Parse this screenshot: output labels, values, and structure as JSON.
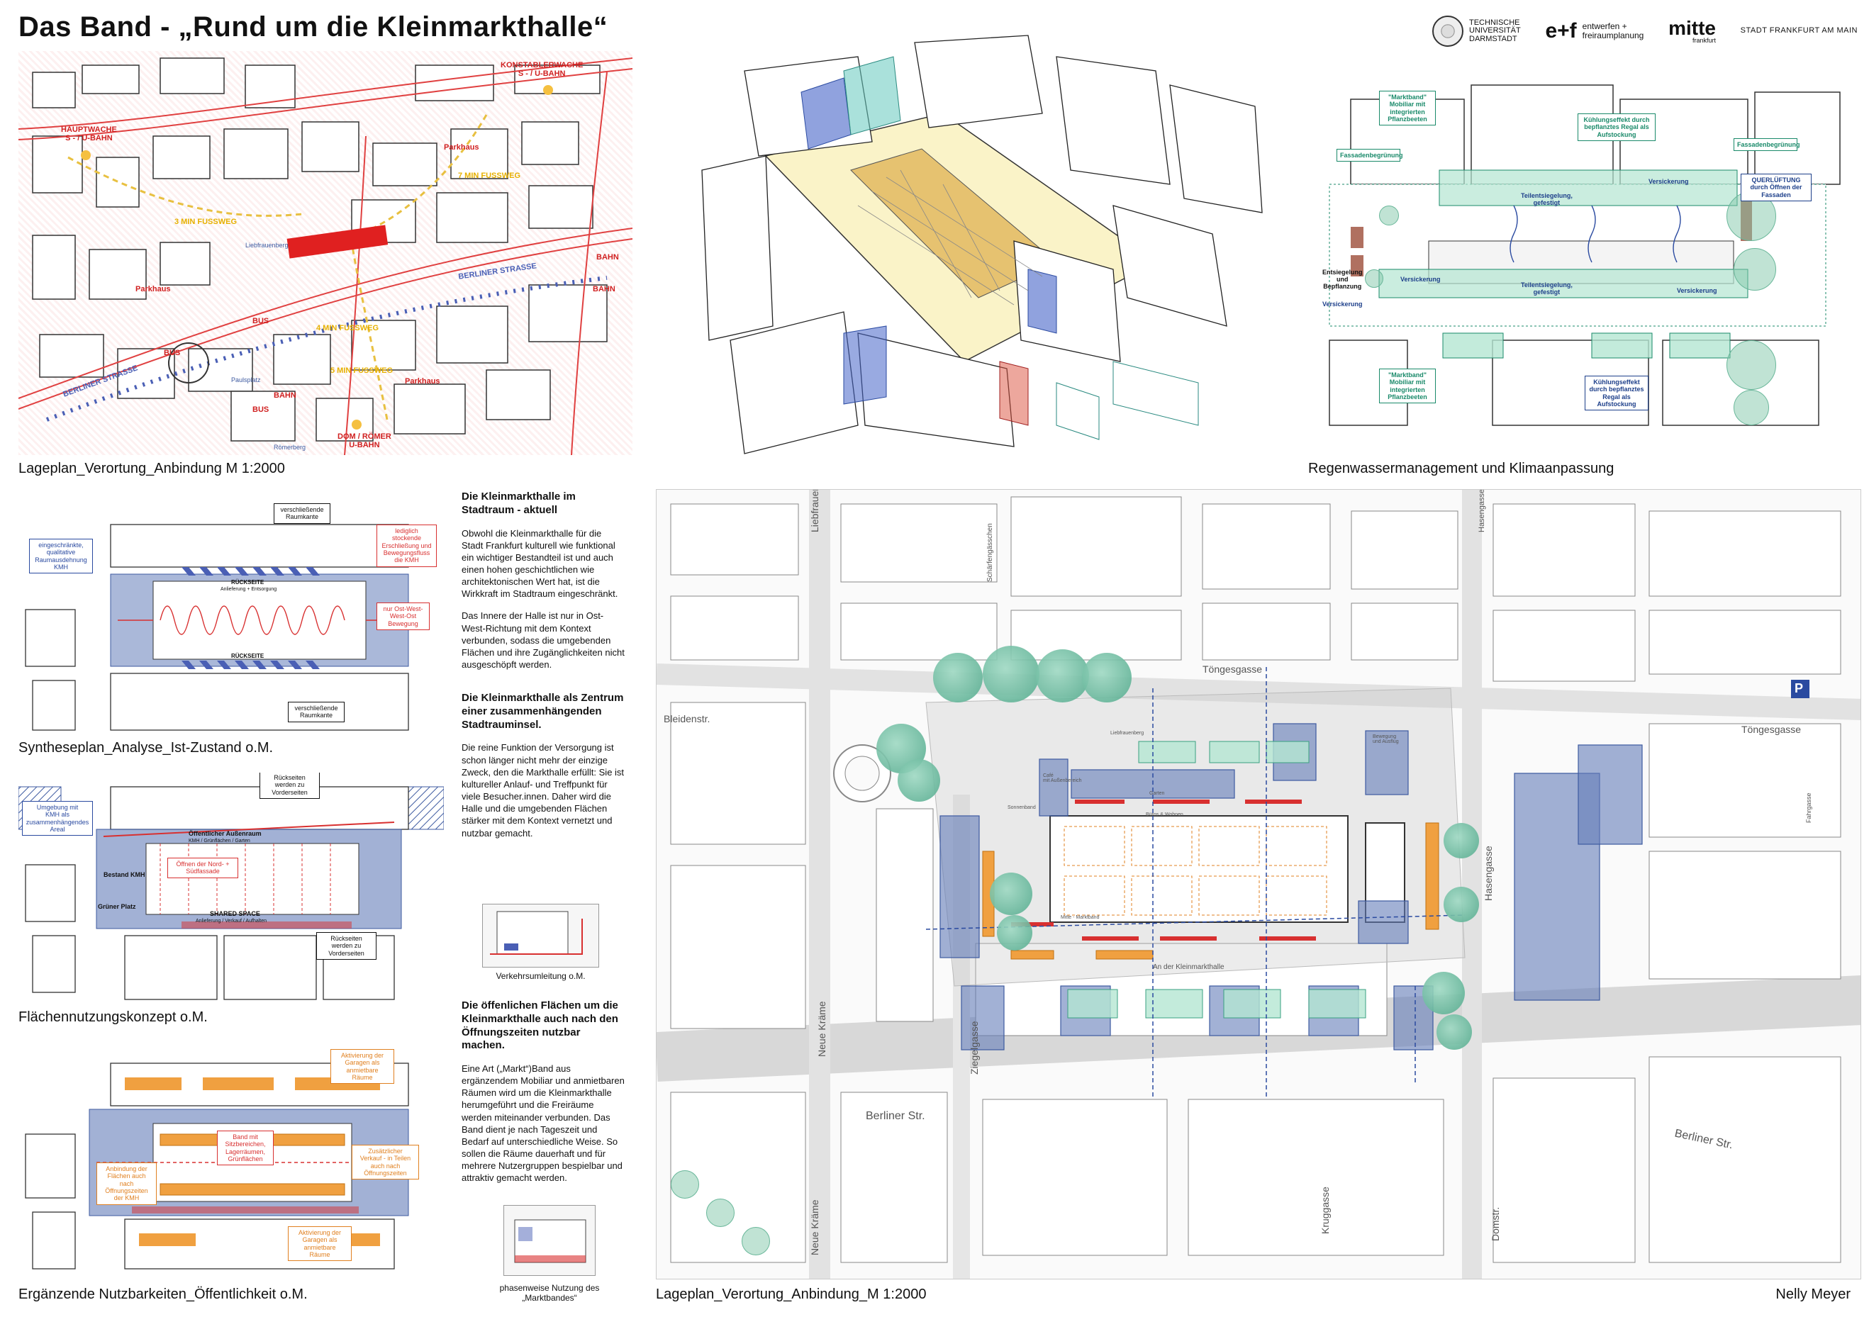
{
  "title": "Das Band - „Rund um die Kleinmarkthalle“",
  "logos": {
    "tu_line1": "TECHNISCHE",
    "tu_line2": "UNIVERSITÄT",
    "tu_line3": "DARMSTADT",
    "ef_mark": "e+f",
    "ef_line1": "entwerfen +",
    "ef_line2": "freiraumplanung",
    "mitte_mark": "mitte",
    "mitte_sub": "frankfurt",
    "stadt": "STADT FRANKFURT AM MAIN"
  },
  "captions": {
    "lageplan_top": "Lageplan_Verortung_Anbindung  M 1:2000",
    "regenwasser": "Regenwassermanagement und Klimaanpassung",
    "synthese": "Syntheseplan_Analyse_Ist-Zustand  o.M.",
    "flaechen": "Flächennutzungskonzept  o.M.",
    "ergaenzende": "Ergänzende Nutzbarkeiten_Öffentlichkeit  o.M.",
    "lageplan_main": "Lageplan_Verortung_Anbindung_M 1:2000",
    "author": "Nelly Meyer"
  },
  "top_map_labels": {
    "hauptwache": "HAUPTWACHE\nS - / U-BAHN",
    "konstablerwache": "KONSTABLERWACHE\nS - / U-BAHN",
    "dom": "DOM / RÖMER\nU-BAHN",
    "parkhaus1": "Parkhaus",
    "parkhaus2": "Parkhaus",
    "parkhaus3": "Parkhaus",
    "fuss7": "7 MIN FUSSWEG",
    "fuss3": "3 MIN FUSSWEG",
    "fuss4": "4 MIN FUSSWEG",
    "fuss5": "5 MIN FUSSWEG",
    "berliner1": "BERLINER STRASSE",
    "berliner2": "BERLINER STRASSE",
    "bus1": "BUS",
    "bus2": "BUS",
    "bus3": "BUS",
    "bahn1": "BAHN",
    "bahn2": "BAHN",
    "bahn3": "BAHN",
    "liebfrauen": "Liebfrauenberg",
    "paulsplatz": "Paulsplatz",
    "roemerberg": "Römerberg"
  },
  "regen_labels": {
    "marktband_top": "\"Marktband\"\nMobiliar mit\nintegrierten\nPflanzbeeten",
    "kuehl_top": "Kühlungseffekt durch\nbepflanztes Regal als\nAufstockung",
    "fassade_left": "Fassadenbegrünung",
    "fassade_right": "Fassadenbegrünung",
    "teilent1": "Teilentsiegelung,\ngefestigt",
    "versick1": "Versickerung",
    "querlueftung": "QUERLÜFTUNG\ndurch Öffnen der\nFassaden",
    "entsiegelung": "Entsiegelung\nund\nBepflanzung",
    "versick2": "Versickerung",
    "versick3": "Versickerung",
    "teilent2": "Teilentsiegelung,\ngefestigt",
    "versick4": "Versickerung",
    "marktband_bot": "\"Marktband\"\nMobiliar mit\nintegrierten\nPflanzbeeten",
    "kuehl_bot": "Kühlungseffekt\ndurch bepflanztes\nRegal als\nAufstockung"
  },
  "synthese_labels": {
    "raumkante_top": "verschließende\nRaumkante",
    "eingeschraenkt": "eingeschränkte,\nqualitative\nRaumausdehnung\nKMH",
    "lediglich": "lediglich\nstockende\nErschließung und\nBewegungsfluss\ndie KMH",
    "rueckseite": "RÜCKSEITE",
    "anlieferung": "Anlieferung + Entsorgung",
    "ostwest": "nur Ost-West-\nWest-Ost\nBewegung",
    "rueckseite2": "RÜCKSEITE",
    "raumkante_bot": "verschließende\nRaumkante"
  },
  "flaechen_labels": {
    "umgebung": "Umgebung mit\nKMH als\nzusammenhängendes\nAreal",
    "rueckseiten_top": "Rückseiten\nwerden zu\nVorderseiten",
    "oeffentlich": "Öffentlicher Außenraum",
    "oeffentlich_sub": "KMH / Grünflächen / Garten",
    "oeffnen": "Öffnen der Nord- +\nSüdfassade",
    "bestand": "Bestand KMH",
    "gruener": "Grüner Platz",
    "shared": "SHARED SPACE",
    "shared_sub": "Anlieferung / Verkauf / Aufhalten",
    "rueckseiten_bot": "Rückseiten\nwerden zu\nVorderseiten"
  },
  "ergaenz_labels": {
    "aktivierung_top": "Aktivierung der\nGaragen als\nanmietbare\nRäume",
    "band": "Band mit\nSitzbereichen,\nLagerräumen,\nGrünflächen",
    "anbindung": "Anbindung der\nFlächen auch\nnach\nÖffnungszeiten\nder KMH",
    "zusaetzlich": "Zusätzlicher\nVerkauf - in Teilen\nauch nach\nÖffnungszeiten",
    "aktivierung_bot": "Aktivierung der\nGaragen als\nanmietbare\nRäume"
  },
  "text_blocks": {
    "h1": "Die Kleinmarkthalle im Stadtraum - aktuell",
    "p1": "Obwohl die Kleinmarkthalle für die Stadt Frankfurt kulturell wie funktional ein wichtiger Bestandteil ist und auch einen hohen geschichtlichen wie architektonischen Wert hat, ist die Wirkkraft im Stadtraum eingeschränkt.",
    "p2": "Das Innere der Halle ist nur in Ost-West-Richtung mit dem Kontext verbunden, sodass die umgebenden Flächen und ihre Zugänglichkeiten nicht ausgeschöpft werden.",
    "h2": "Die Kleinmarkthalle als Zentrum einer zusammenhängenden Stadtrauminsel.",
    "p3": "Die reine Funktion der Versorgung ist schon länger nicht mehr der einzige Zweck, den die Markthalle erfüllt: Sie ist kultureller Anlauf- und Treffpunkt für viele Besucher.innen. Daher wird die Halle und die umgebenden Flächen stärker mit dem Kontext vernetzt und nutzbar gemacht.",
    "thumb1_cap": "Verkehrsumleitung  o.M.",
    "h3": "Die öffenlichen Flächen um die Kleinmarkthalle auch nach den Öffnungszeiten nutzbar machen.",
    "p4": "Eine Art („Markt“)Band aus ergänzendem Mobiliar und anmietbaren Räumen wird um die Kleinmarkthalle herumgeführt und die Freiräume werden miteinander verbunden. Das Band dient je nach Tageszeit und Bedarf auf unterschiedliche Weise. So sollen die Räume dauerhaft und für mehrere Nutzergruppen bespielbar und attraktiv gemacht werden.",
    "thumb2_cap": "phasenweise Nutzung des\n„Marktbandes“"
  },
  "main_plan_streets": {
    "liebfrauenberg": "Liebfrauenberg",
    "schaerfengaesschen": "Schärfengässchen",
    "toengesgasse1": "Töngesgasse",
    "toengesgasse2": "Töngesgasse",
    "hasengasse_top": "Hasengasse",
    "bleidenstr": "Bleidenstr.",
    "hasengasse": "Hasengasse",
    "neue_kraeme1": "Neue Kräme",
    "ziegelgasse": "Ziegelgasse",
    "berliner1": "Berliner Str.",
    "berliner2": "Berliner Str.",
    "neue_kraeme2": "Neue Kräme",
    "kruggasse": "Kruggasse",
    "domstr": "Domstr.",
    "an_der_kmh": "An der Kleinmarkthalle",
    "parking": "P",
    "fahrgasse": "Fahrgasse",
    "liebfrauenberg_small": "Liebfrauenberg",
    "sonnenband": "Sonnenband",
    "garten": "Garten",
    "bueros": "Büros & Wohnen",
    "cafe": "Café\nmit Außenbereich",
    "bewegung": "Bewegung\nund Ausflug",
    "mitte_band": "Mitte - Marktband"
  },
  "colors": {
    "red_accent": "#d83030",
    "blue_area": "#647db9",
    "teal": "#1a8a6a",
    "orange": "#f0a040",
    "yellow": "#e6b000"
  }
}
